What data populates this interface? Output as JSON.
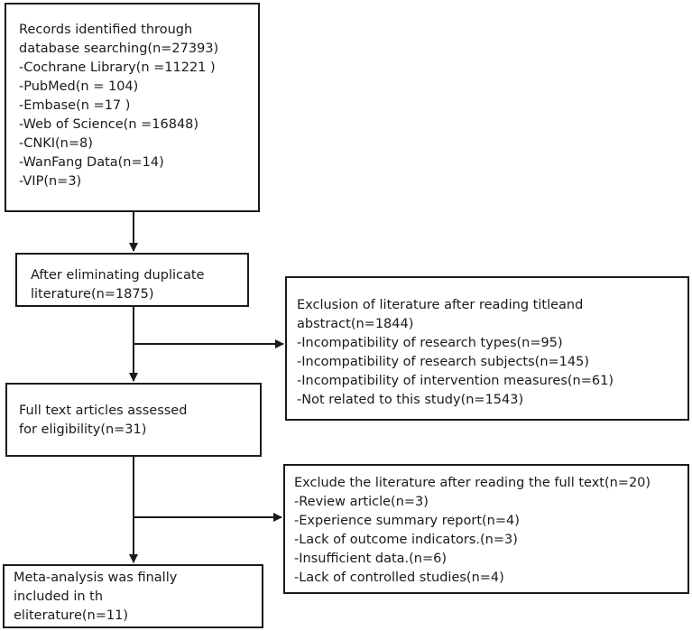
{
  "boxes": {
    "records": {
      "lines": [
        "Records identified through",
        "database searching(n=27393)",
        "-Cochrane Library(n =11221 )",
        "-PubMed(n = 104)",
        "-Embase(n =17 )",
        "-Web of Science(n =16848)",
        "-CNKI(n=8)",
        "-WanFang Data(n=14)",
        "-VIP(n=3)"
      ]
    },
    "dedup": {
      "lines": [
        "After eliminating duplicate",
        "literature(n=1875)"
      ]
    },
    "exclusion_title_abstract": {
      "lines": [
        "Exclusion of literature after reading titleand",
        "abstract(n=1844)",
        "-Incompatibility of research types(n=95)",
        "-Incompatibility of research subjects(n=145)",
        "-Incompatibility of intervention measures(n=61)",
        "-Not related to this study(n=1543)"
      ]
    },
    "full_text": {
      "lines": [
        "Full text articles assessed",
        "for eligibility(n=31)"
      ]
    },
    "exclusion_full_text": {
      "lines": [
        "Exclude the literature after reading the full text(n=20)",
        "-Review article(n=3)",
        "-Experience summary report(n=4)",
        "-Lack of outcome indicators.(n=3)",
        "-Insufficient data.(n=6)",
        "-Lack of controlled studies(n=4)"
      ]
    },
    "meta_analysis": {
      "lines": [
        "Meta-analysis was finally",
        "included in th",
        "eliterature(n=11)"
      ]
    }
  },
  "colors": {
    "stroke": "#1a1a1a",
    "background": "#ffffff"
  }
}
